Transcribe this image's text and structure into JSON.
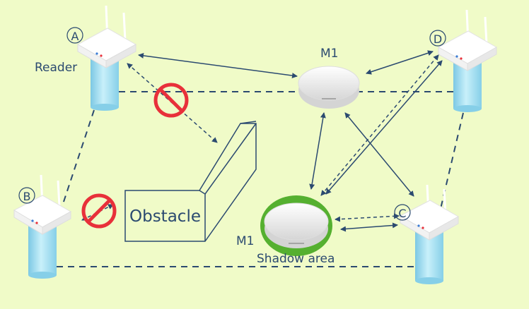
{
  "readers": {
    "a": {
      "letter": "A",
      "caption": "Reader"
    },
    "b": {
      "letter": "B"
    },
    "c": {
      "letter": "C"
    },
    "d": {
      "letter": "D"
    }
  },
  "m1_top": {
    "label": "M1"
  },
  "m1_shadow": {
    "label": "M1",
    "area_label": "Shadow area"
  },
  "obstacle": {
    "label": "Obstacle"
  },
  "colors": {
    "background": "#f0fbc8",
    "line": "#2b4a70",
    "tower": "#9fdcee",
    "shadow_ring": "#55b030",
    "blocked": "#e8303a"
  }
}
